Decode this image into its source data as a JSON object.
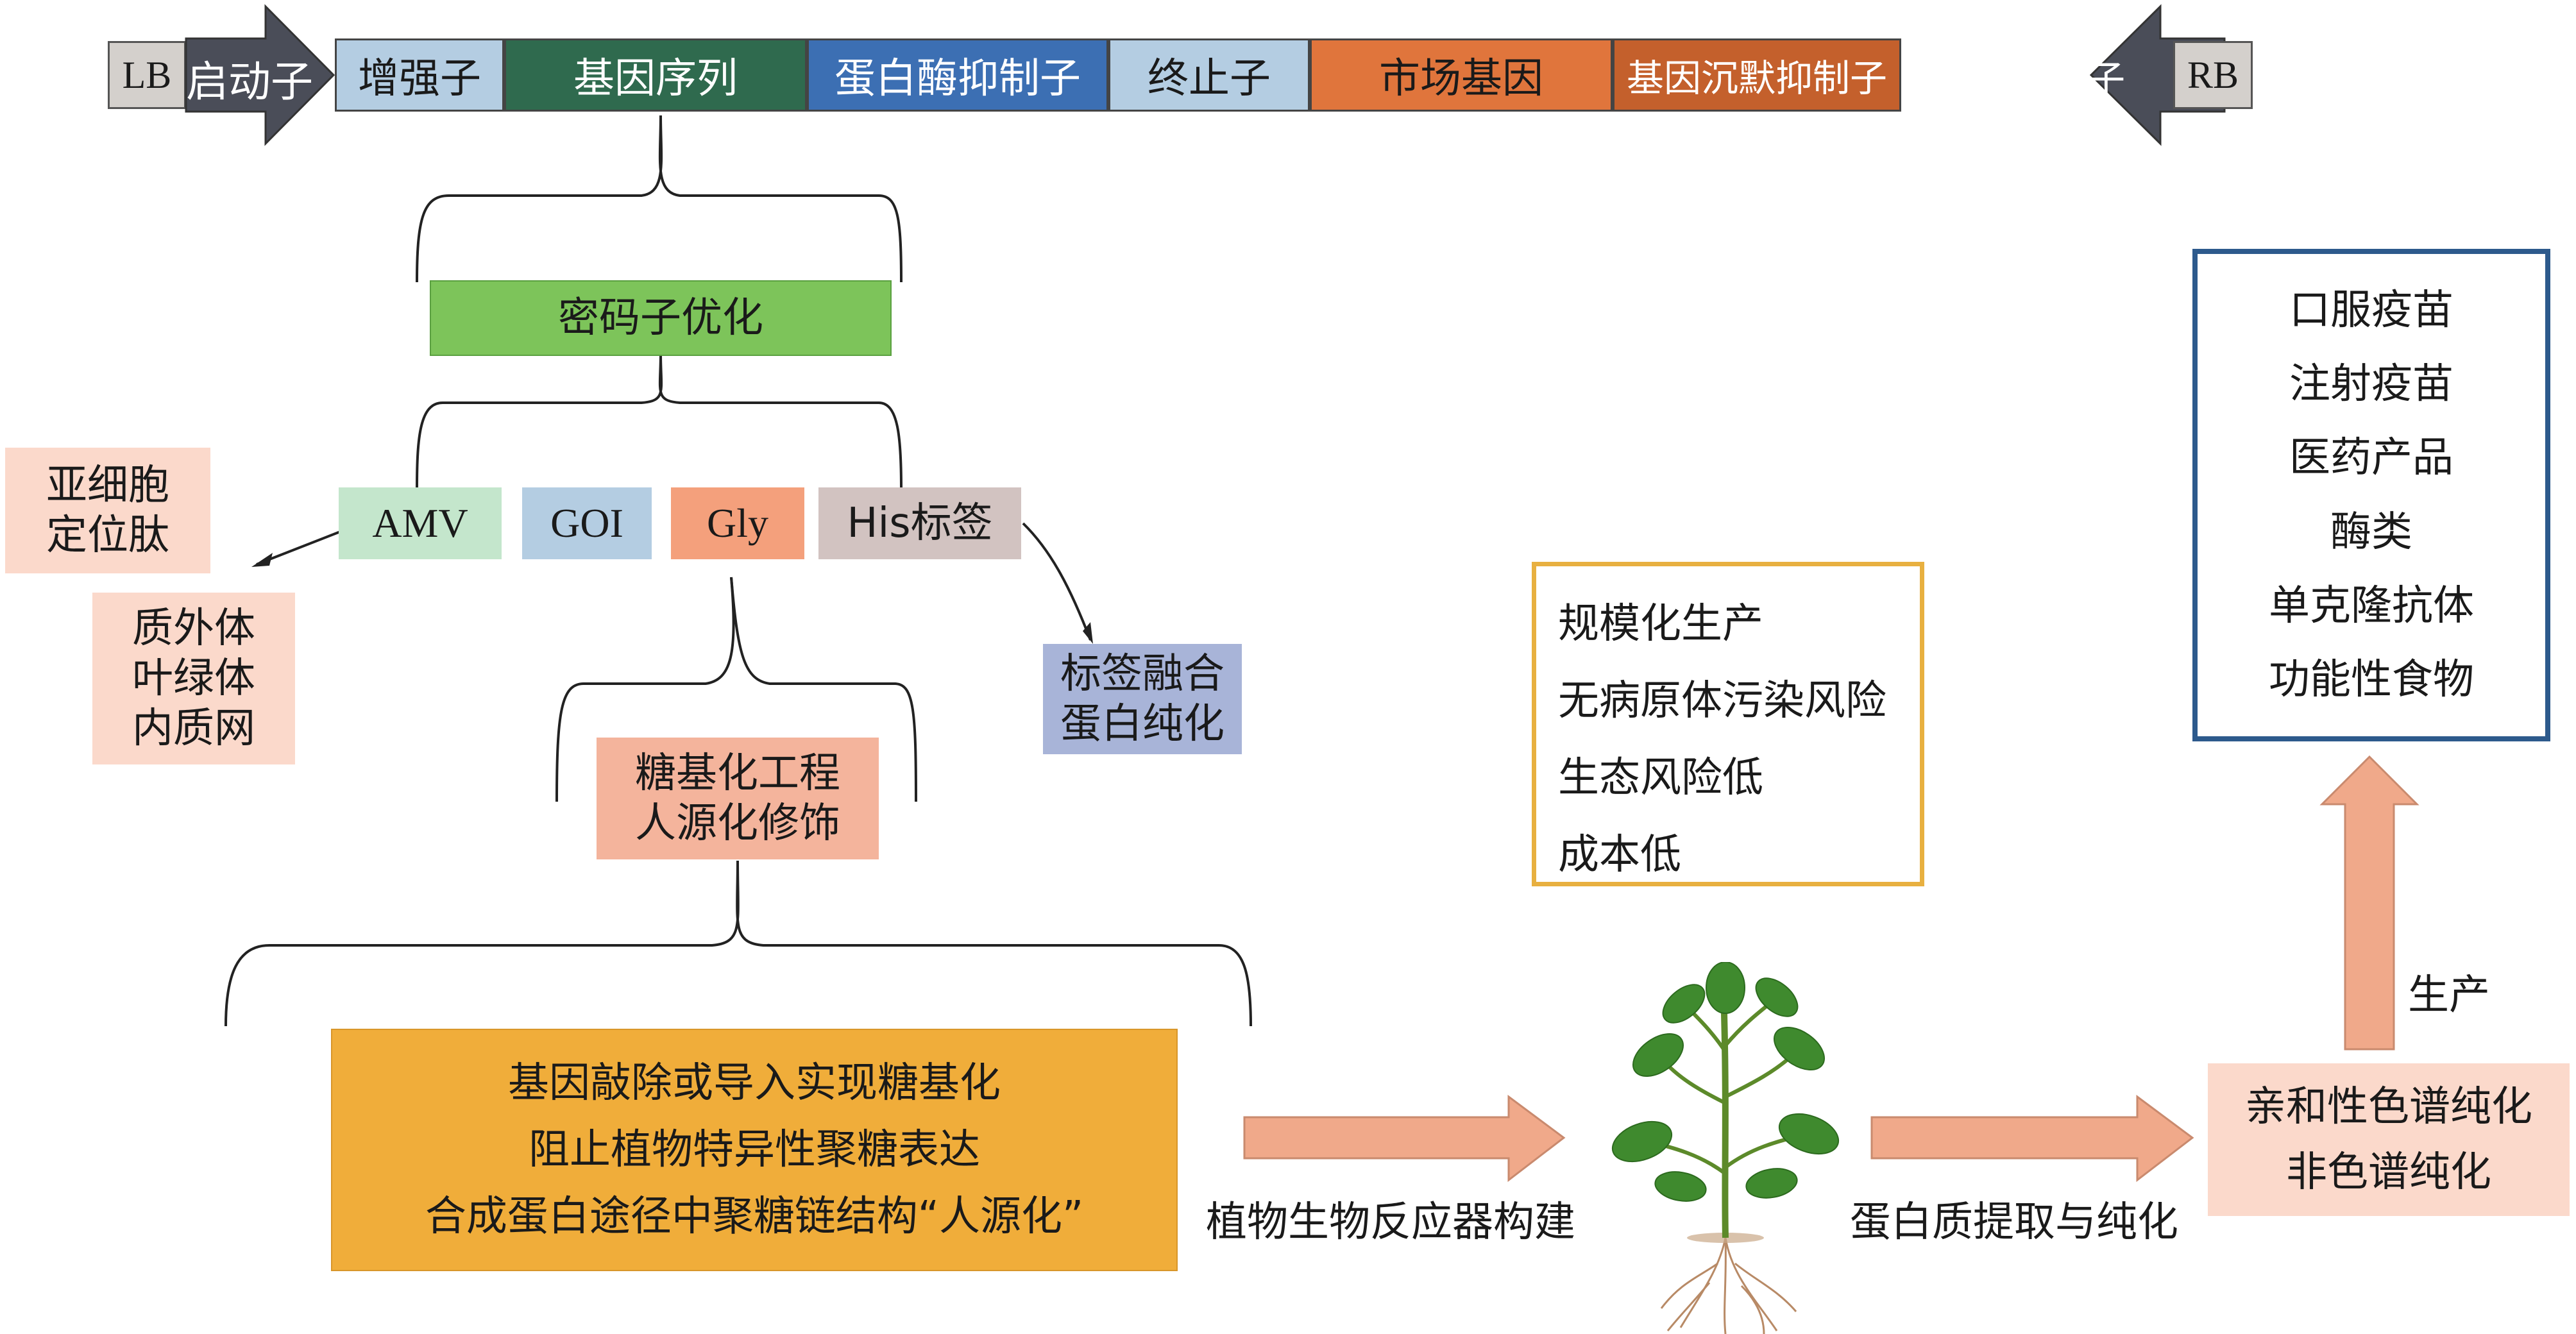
{
  "construct": {
    "lb": "LB",
    "left_promoter": "启动子",
    "enhancer": "增强子",
    "gene_sequence": "基因序列",
    "protease_inhibitor": "蛋白酶抑制子",
    "terminator": "终止子",
    "marker_gene": "市场基因",
    "silencing_suppressor": "基因沉默抑制子",
    "right_promoter": "MOS启动子",
    "rb": "RB"
  },
  "codon_optimization": "密码子优化",
  "elements": {
    "amv": "AMV",
    "goi": "GOI",
    "gly": "Gly",
    "his_tag": "His标签"
  },
  "subcellular": {
    "title_lines": [
      "亚细胞",
      "定位肽"
    ],
    "target_lines": [
      "质外体",
      "叶绿体",
      "内质网"
    ]
  },
  "tag_fusion_lines": [
    "标签融合",
    "蛋白纯化"
  ],
  "glyco_engineering_lines": [
    "糖基化工程",
    "人源化修饰"
  ],
  "glyco_methods": [
    "基因敲除或导入实现糖基化",
    "阻止植物特异性聚糖表达",
    "合成蛋白途径中聚糖链结构“人源化”"
  ],
  "advantages": [
    "规模化生产",
    "无病原体污染风险",
    "生态风险低",
    "成本低"
  ],
  "products": [
    "口服疫苗",
    "注射疫苗",
    "医药产品",
    "酶类",
    "单克隆抗体",
    "功能性食物"
  ],
  "purification_lines": [
    "亲和性色谱纯化",
    "非色谱纯化"
  ],
  "labels": {
    "bioreactor": "植物生物反应器构建",
    "extraction": "蛋白质提取与纯化",
    "production": "生产"
  },
  "colors": {
    "dark_arrow": "#4a4d58",
    "light_blue": "#b4cde2",
    "dark_green": "#2f6a4e",
    "blue": "#3c6fb3",
    "orange": "#e0753c",
    "brown_orange": "#c4602c",
    "green": "#7dc45a",
    "mint": "#c4e6cc",
    "peach": "#f7c7b3",
    "salmon": "#f4a07c",
    "lavender": "#a8b4d8",
    "gold": "#f0ad3a",
    "gold_border": "#e8b040",
    "navy_border": "#2d5a8c",
    "arrow_fill": "#f0a98a",
    "arrow_stroke": "#c98a6e"
  }
}
